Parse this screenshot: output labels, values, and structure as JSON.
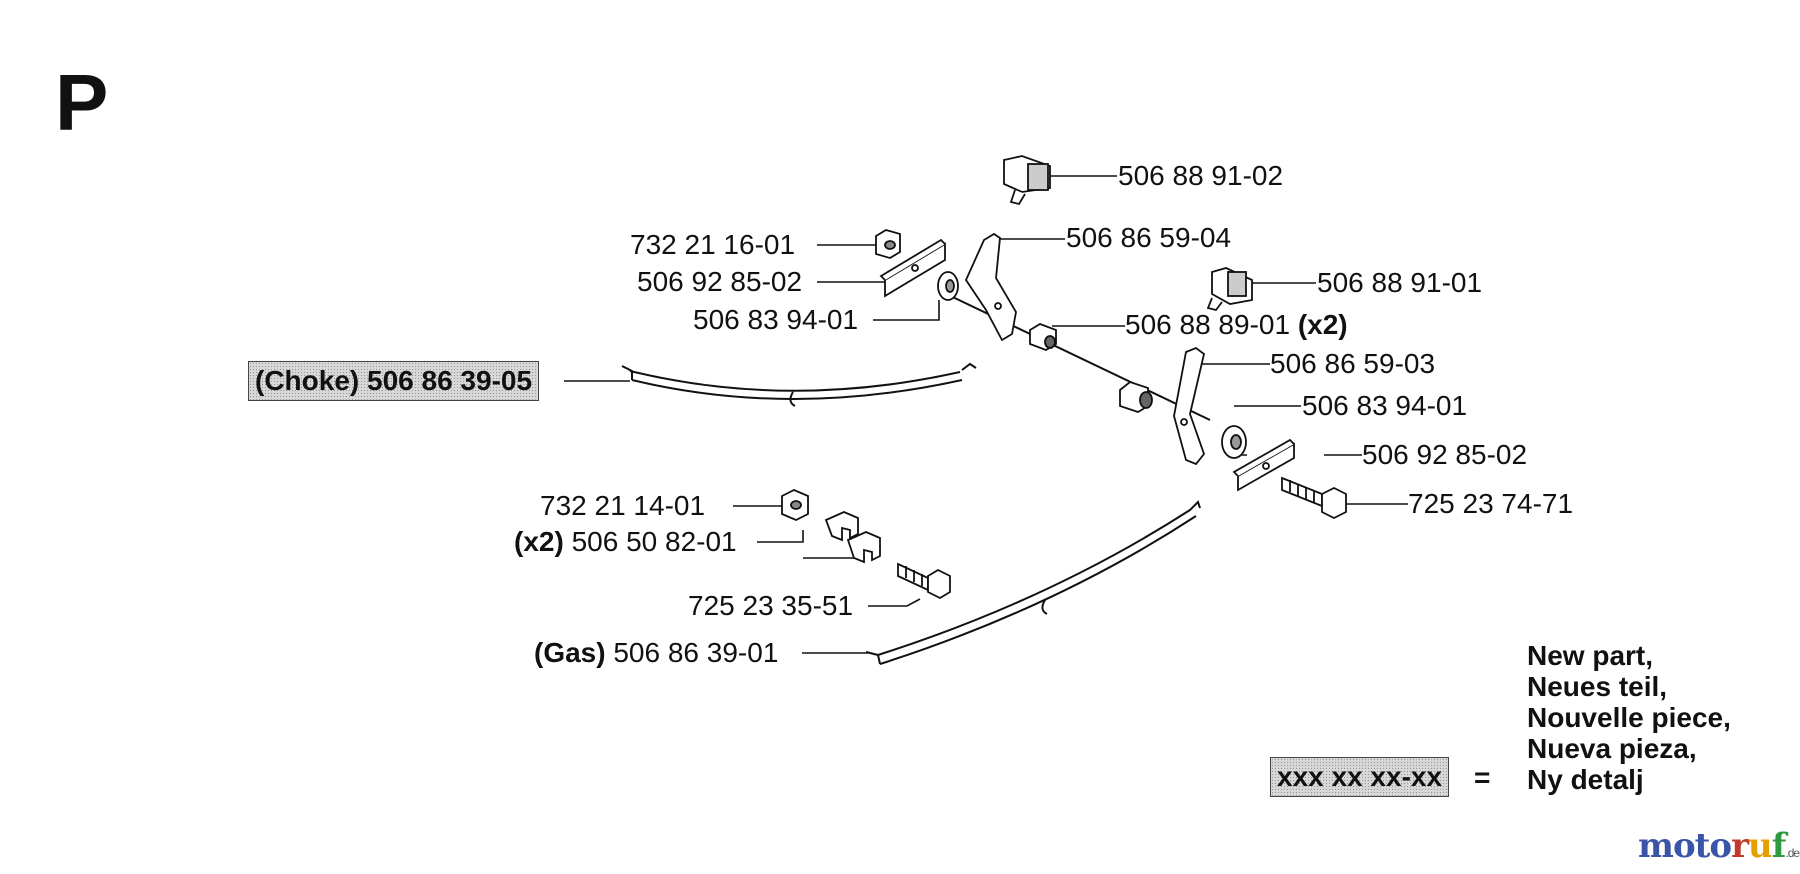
{
  "section_letter": "P",
  "labels": {
    "p506889102": "506 88 91-02",
    "p732211601": "732 21 16-01",
    "p506865904": "506 86 59-04",
    "p506928502a": "506 92 85-02",
    "p506889101": "506 88 91-01",
    "p506839401a": "506 83 94-01",
    "p506888901": "506 88 89-01",
    "x2a": "(x2)",
    "choke_prefix": "(Choke)",
    "choke_part": "506 86 39-05",
    "p506865903": "506 86 59-03",
    "p506839401b": "506 83 94-01",
    "p506928502b": "506 92 85-02",
    "p732211401": "732 21 14-01",
    "p725237471": "725 23 74-71",
    "x2b": "(x2)",
    "p506508201": "506 50 82-01",
    "p725233551": "725 23 35-51",
    "gas_prefix": "(Gas)",
    "gas_part": "506 86 39-01"
  },
  "legend": {
    "placeholder": "xxx xx xx-xx",
    "equals": "=",
    "lines": [
      "New part,",
      "Neues teil,",
      "Nouvelle piece,",
      "Nueva pieza,",
      "Ny detalj"
    ]
  },
  "watermark": {
    "text": "motoruf",
    "suffix": ".de",
    "letter_colors": [
      "#3a55a8",
      "#3a55a8",
      "#3a55a8",
      "#3a55a8",
      "#c0392b",
      "#e5a000",
      "#2e9a3d"
    ]
  }
}
